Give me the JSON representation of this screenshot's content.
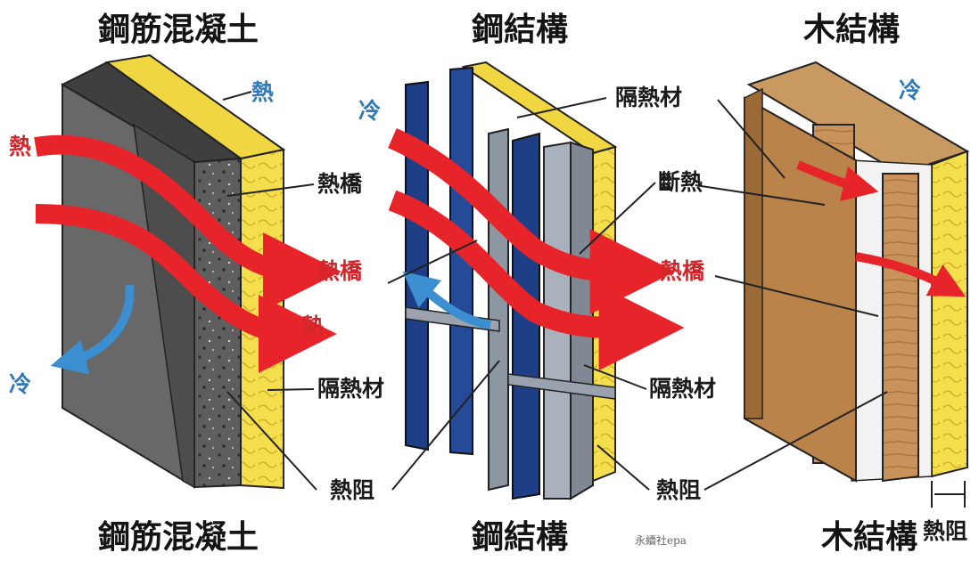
{
  "panels": [
    {
      "title_top": "鋼筋混凝土",
      "title_bottom": "鋼筋混凝土"
    },
    {
      "title_top": "鋼結構",
      "title_bottom": "鋼結構"
    },
    {
      "title_top": "木結構",
      "title_bottom": "木結構"
    }
  ],
  "labels": {
    "heat": "熱",
    "cold": "冷",
    "thermal_bridge": "熱橋",
    "insulation": "隔熱材",
    "thermal_break": "斷熱",
    "thermal_resistance": "熱阻"
  },
  "watermark": "永續社epa",
  "colors": {
    "heat_arrow": "#e8242b",
    "heat_text": "#d3262b",
    "cold_arrow": "#3b8fd1",
    "cold_text": "#2f79b8",
    "insulation": "#f4de4b",
    "concrete": "#6b6b6b",
    "steel_blue": "#1e3f86",
    "steel_gray": "#9aa3ad",
    "wood": "#c08a52"
  }
}
